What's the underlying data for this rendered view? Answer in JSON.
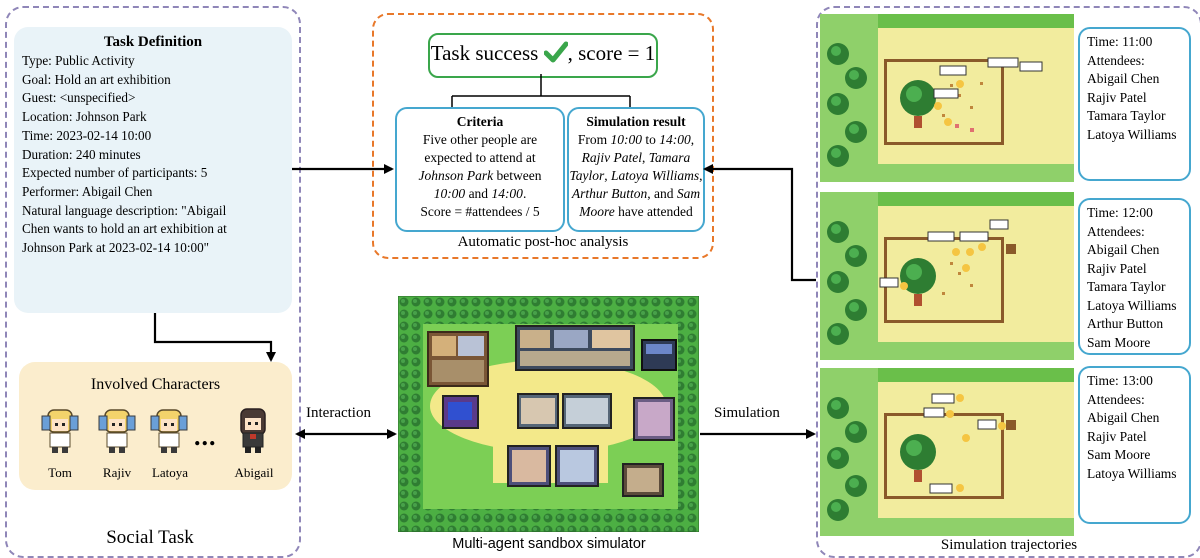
{
  "task_definition": {
    "title": "Task Definition",
    "lines": [
      "Type: Public Activity",
      "Goal: Hold an art exhibition",
      "Guest: <unspecified>",
      "Location: Johnson Park",
      "Time: 2023-02-14 10:00",
      "Duration: 240 minutes",
      "Expected number of participants: 5",
      "Performer: Abigail Chen",
      "Natural language description: \"Abigail",
      "Chen wants to hold an art exhibition at",
      "Johnson Park at 2023-02-14 10:00\""
    ]
  },
  "involved": {
    "title": "Involved Characters",
    "names": [
      "Tom",
      "Rajiv",
      "Latoya",
      "Abigail"
    ],
    "ellipsis": "..."
  },
  "social_task_label": "Social Task",
  "analysis": {
    "success_prefix": "Task success",
    "success_suffix": ", score = 1",
    "criteria": {
      "title": "Criteria",
      "l1": "Five other people are",
      "l2": "expected to attend at",
      "l3_em": "Johnson Park",
      "l3_rest": " between",
      "l4_em1": "10:00",
      "l4_mid": " and ",
      "l4_em2": "14:00",
      "l4_end": ".",
      "l5": "Score = #attendees / 5"
    },
    "result": {
      "title": "Simulation result",
      "l1_a": "From ",
      "l1_b": "10:00",
      "l1_c": " to ",
      "l1_d": "14:00",
      "l1_e": ",",
      "l2_a": "Rajiv Patel",
      "l2_b": ", ",
      "l2_c": "Tamara",
      "l3_a": "Taylor",
      "l3_b": ", ",
      "l3_c": "Latoya Williams",
      "l3_d": ",",
      "l4_a": "Arthur Button",
      "l4_b": ", and ",
      "l4_c": "Sam",
      "l5_a": "Moore",
      "l5_b": " have attended"
    },
    "label": "Automatic post-hoc analysis"
  },
  "simulator_label": "Multi-agent sandbox simulator",
  "arrows": {
    "interaction": "Interaction",
    "simulation": "Simulation"
  },
  "trajectories": {
    "label": "Simulation trajectories",
    "snapshots": [
      {
        "time": "Time: 11:00",
        "attendees_label": "Attendees:",
        "names": [
          "Abigail Chen",
          "Rajiv Patel",
          "Tamara Taylor",
          "Latoya Williams"
        ]
      },
      {
        "time": "Time: 12:00",
        "attendees_label": "Attendees:",
        "names": [
          "Abigail Chen",
          "Rajiv Patel",
          "Tamara Taylor",
          "Latoya Williams",
          "Arthur Button",
          "Sam Moore"
        ]
      },
      {
        "time": "Time: 13:00",
        "attendees_label": "Attendees:",
        "names": [
          "Abigail Chen",
          "Rajiv Patel",
          "Sam Moore",
          "Latoya Williams"
        ]
      }
    ]
  },
  "colors": {
    "purple_dash": "#8f86b8",
    "orange_dash": "#e8782a",
    "green_box": "#3aa64b",
    "blue_box": "#45a7cf",
    "task_bg": "#e9f3f8",
    "chars_bg": "#fbedcd"
  },
  "icons": [
    "check-icon",
    "character-sprite-icon",
    "tree-icon",
    "fence-icon"
  ]
}
